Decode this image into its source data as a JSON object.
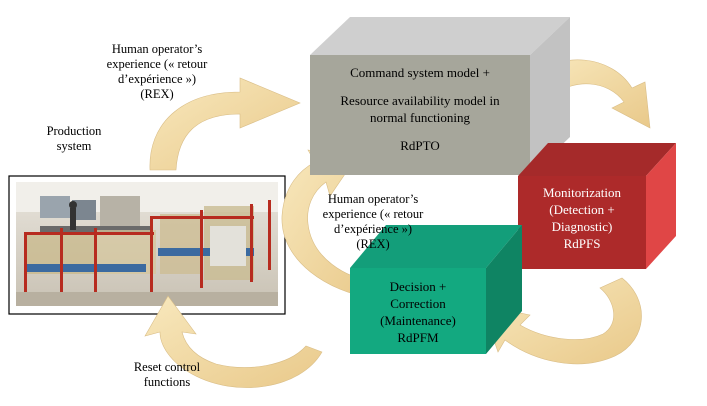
{
  "top_label": {
    "lines": [
      "Human operator’s",
      "experience (« retour",
      "d’expérience »)",
      "(REX)"
    ]
  },
  "production_label": {
    "lines": [
      "Production",
      "system"
    ]
  },
  "middle_label": {
    "lines": [
      "Human operator’s",
      "experience (« retour",
      "d’expérience »)",
      "(REX)"
    ]
  },
  "reset_label": {
    "lines": [
      "Reset control",
      "functions"
    ]
  },
  "grey_box": {
    "line1": "Command system model +",
    "line2": "Resource availability model in",
    "line3": "normal functioning",
    "line4": "RdPTO",
    "colors": {
      "front": "#a6a69b",
      "top": "#cfcfcf",
      "side": "#c2c2c2"
    }
  },
  "red_box": {
    "lines": [
      "Monitorization",
      "(Detection +",
      "Diagnostic)",
      "RdPFS"
    ],
    "colors": {
      "front": "#ad2a2a",
      "top": "#a52a2a",
      "side": "#e04646"
    }
  },
  "green_box": {
    "lines": [
      "Decision +",
      "Correction",
      "(Maintenance)",
      "RdPFM"
    ],
    "colors": {
      "front": "#13a980",
      "top": "#139e7a",
      "side": "#0f8463"
    }
  },
  "arrow_color": "#f3dca4"
}
